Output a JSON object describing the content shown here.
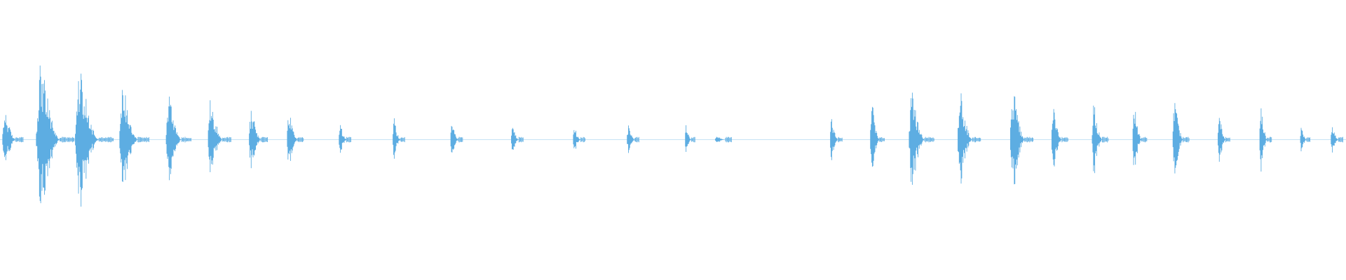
{
  "waveform": {
    "color": "#5dade2",
    "background": "#ffffff",
    "centerline_visible": true,
    "bursts": [
      {
        "t": 0.004,
        "width": 0.01,
        "amp": 0.24
      },
      {
        "t": 0.031,
        "width": 0.018,
        "amp": 0.62
      },
      {
        "t": 0.06,
        "width": 0.018,
        "amp": 0.56
      },
      {
        "t": 0.092,
        "width": 0.014,
        "amp": 0.45
      },
      {
        "t": 0.126,
        "width": 0.012,
        "amp": 0.36
      },
      {
        "t": 0.157,
        "width": 0.011,
        "amp": 0.34
      },
      {
        "t": 0.187,
        "width": 0.009,
        "amp": 0.28
      },
      {
        "t": 0.215,
        "width": 0.008,
        "amp": 0.24
      },
      {
        "t": 0.253,
        "width": 0.006,
        "amp": 0.14
      },
      {
        "t": 0.293,
        "width": 0.006,
        "amp": 0.17
      },
      {
        "t": 0.336,
        "width": 0.006,
        "amp": 0.13
      },
      {
        "t": 0.381,
        "width": 0.006,
        "amp": 0.11
      },
      {
        "t": 0.427,
        "width": 0.006,
        "amp": 0.11
      },
      {
        "t": 0.467,
        "width": 0.006,
        "amp": 0.11
      },
      {
        "t": 0.51,
        "width": 0.005,
        "amp": 0.11
      },
      {
        "t": 0.533,
        "width": 0.008,
        "amp": 0.03
      },
      {
        "t": 0.618,
        "width": 0.006,
        "amp": 0.18
      },
      {
        "t": 0.648,
        "width": 0.007,
        "amp": 0.31
      },
      {
        "t": 0.678,
        "width": 0.012,
        "amp": 0.38
      },
      {
        "t": 0.714,
        "width": 0.011,
        "amp": 0.4
      },
      {
        "t": 0.753,
        "width": 0.011,
        "amp": 0.42
      },
      {
        "t": 0.783,
        "width": 0.008,
        "amp": 0.25
      },
      {
        "t": 0.813,
        "width": 0.008,
        "amp": 0.3
      },
      {
        "t": 0.843,
        "width": 0.007,
        "amp": 0.28
      },
      {
        "t": 0.873,
        "width": 0.008,
        "amp": 0.34
      },
      {
        "t": 0.906,
        "width": 0.006,
        "amp": 0.22
      },
      {
        "t": 0.937,
        "width": 0.006,
        "amp": 0.26
      },
      {
        "t": 0.967,
        "width": 0.005,
        "amp": 0.13
      },
      {
        "t": 0.99,
        "width": 0.006,
        "amp": 0.11
      }
    ]
  }
}
